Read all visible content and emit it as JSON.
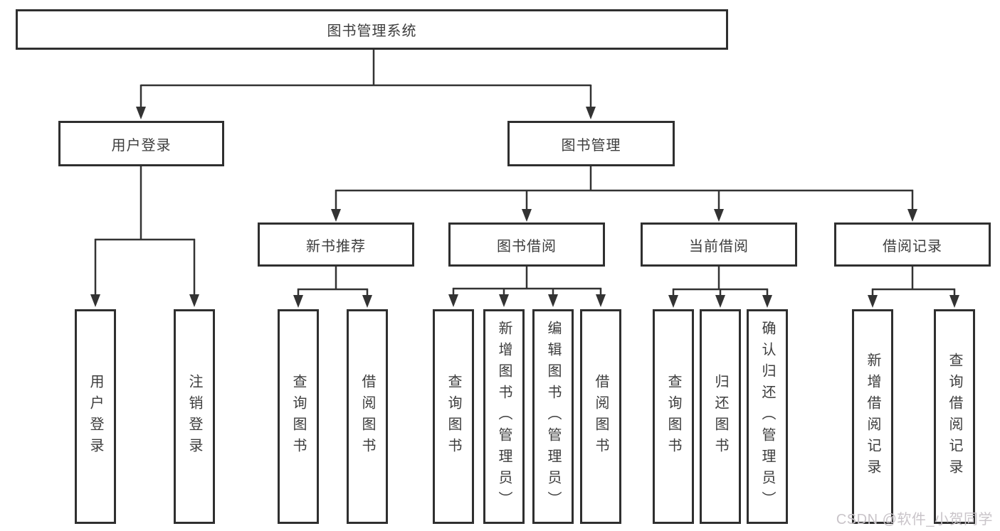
{
  "title": {
    "label": "图书管理系统"
  },
  "branches": {
    "user_login": {
      "label": "用户登录",
      "children": [
        "用户登录",
        "注销登录"
      ]
    },
    "book_mgmt": {
      "label": "图书管理",
      "sections": {
        "new_books": {
          "label": "新书推荐",
          "children": [
            "查询图书",
            "借阅图书"
          ]
        },
        "borrowing": {
          "label": "图书借阅",
          "children": [
            "查询图书",
            "新增图书（管理员）",
            "编辑图书（管理员）",
            "借阅图书"
          ]
        },
        "current": {
          "label": "当前借阅",
          "children": [
            "查询图书",
            "归还图书",
            "确认归还（管理员）"
          ]
        },
        "records": {
          "label": "借阅记录",
          "children": [
            "新增借阅记录",
            "查询借阅记录"
          ]
        }
      }
    }
  },
  "watermark": "CSDN @软件_小贺同学",
  "colors": {
    "line": "#333333",
    "box_border": "#2f2f2f",
    "text": "#3d3d3d",
    "watermark": "#c9c4c9",
    "background": "#ffffff"
  }
}
